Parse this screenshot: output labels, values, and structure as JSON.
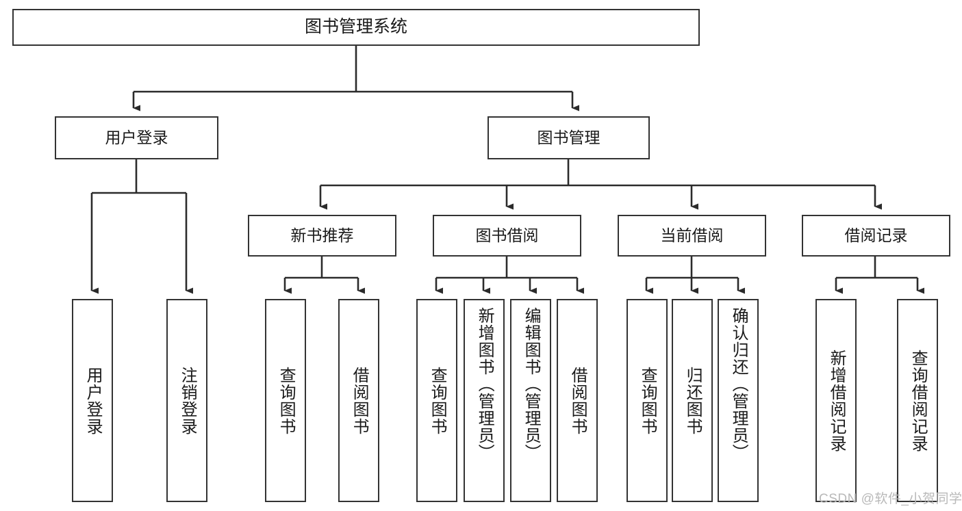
{
  "diagram": {
    "title": "图书管理系统",
    "type": "tree-hierarchy-chart",
    "root": {
      "label": "图书管理系统",
      "name": "node-root-system"
    },
    "level2": [
      {
        "label": "用户登录",
        "name": "node-user-login"
      },
      {
        "label": "图书管理",
        "name": "node-book-management"
      }
    ],
    "level3": [
      {
        "label": "新书推荐",
        "name": "node-new-book-recommend"
      },
      {
        "label": "图书借阅",
        "name": "node-book-borrow"
      },
      {
        "label": "当前借阅",
        "name": "node-current-borrow"
      },
      {
        "label": "借阅记录",
        "name": "node-borrow-record"
      }
    ],
    "leaves": {
      "user_login": [
        {
          "label": "用户登录",
          "name": "leaf-user-login"
        },
        {
          "label": "注销登录",
          "name": "leaf-logout"
        }
      ],
      "new_book_recommend": [
        {
          "label": "查询图书",
          "name": "leaf-query-book-1"
        },
        {
          "label": "借阅图书",
          "name": "leaf-borrow-book-1"
        }
      ],
      "book_borrow": [
        {
          "label": "查询图书",
          "name": "leaf-query-book-2"
        },
        {
          "label": "新增图书（管理员）",
          "name": "leaf-add-book-admin"
        },
        {
          "label": "编辑图书（管理员）",
          "name": "leaf-edit-book-admin"
        },
        {
          "label": "借阅图书",
          "name": "leaf-borrow-book-2"
        }
      ],
      "current_borrow": [
        {
          "label": "查询图书",
          "name": "leaf-query-book-3"
        },
        {
          "label": "归还图书",
          "name": "leaf-return-book"
        },
        {
          "label": "确认归还（管理员）",
          "name": "leaf-confirm-return-admin"
        }
      ],
      "borrow_record": [
        {
          "label": "新增借阅记录",
          "name": "leaf-add-borrow-record"
        },
        {
          "label": "查询借阅记录",
          "name": "leaf-query-borrow-record"
        }
      ]
    },
    "watermark": "CSDN @软件_小贺同学",
    "colors": {
      "box_border": "#333333",
      "box_fill": "#ffffff",
      "text": "#1a1a1a",
      "connector": "#2b2b2b",
      "watermark": "#b9b9b9"
    }
  }
}
